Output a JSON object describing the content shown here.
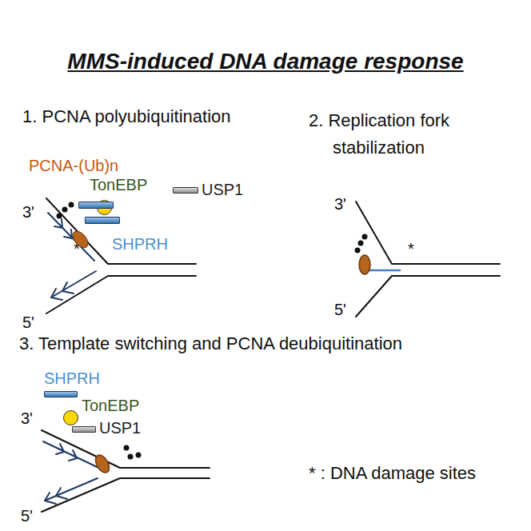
{
  "diagram": {
    "title": "MMS-induced DNA damage response",
    "nodes": [
      {
        "text": [
          "PCNA-(Ub)n"
        ]
      },
      {
        "text": [
          "TonEBP"
        ]
      },
      {
        "text": [
          "SHPRH"
        ]
      },
      {
        "text": [
          "USP1"
        ]
      },
      {
        "text": [
          "SHPRH"
        ]
      },
      {
        "text": [
          "TonEBP"
        ]
      },
      {
        "text": [
          "USP1"
        ]
      }
    ],
    "labels": [
      "1. PCNA polyubiquitination",
      "3'",
      "*",
      "5'",
      "2. Replication fork stabilization",
      "3'",
      "*",
      "5'",
      "3. Template switching and PCNA deubiquitination",
      "3'",
      "5'",
      "* : DNA damage sites"
    ]
  }
}
